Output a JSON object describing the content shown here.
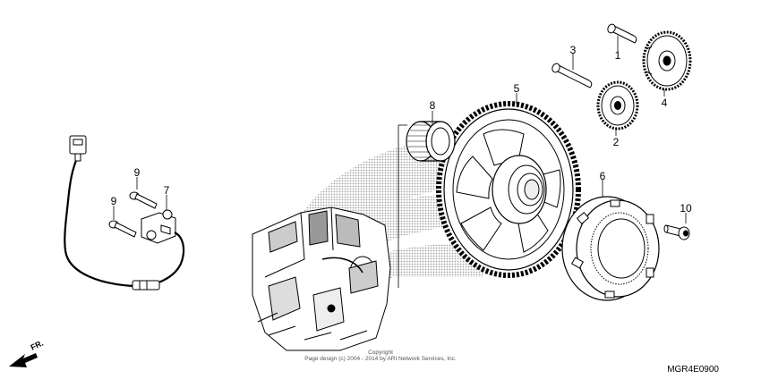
{
  "callouts": {
    "c1": "1",
    "c2": "2",
    "c3": "3",
    "c4": "4",
    "c5": "5",
    "c6": "6",
    "c7": "7",
    "c8": "8",
    "c9a": "9",
    "c9b": "9",
    "c10": "10"
  },
  "front_marker": "FR.",
  "copyright_line1": "Copyright",
  "copyright_line2": "Page design (c) 2004 - 2014 by ARI Network Services, Inc.",
  "diagram_code": "MGR4E0900",
  "colors": {
    "ink": "#000000",
    "background": "#ffffff",
    "screen": "#b5b5b5"
  }
}
